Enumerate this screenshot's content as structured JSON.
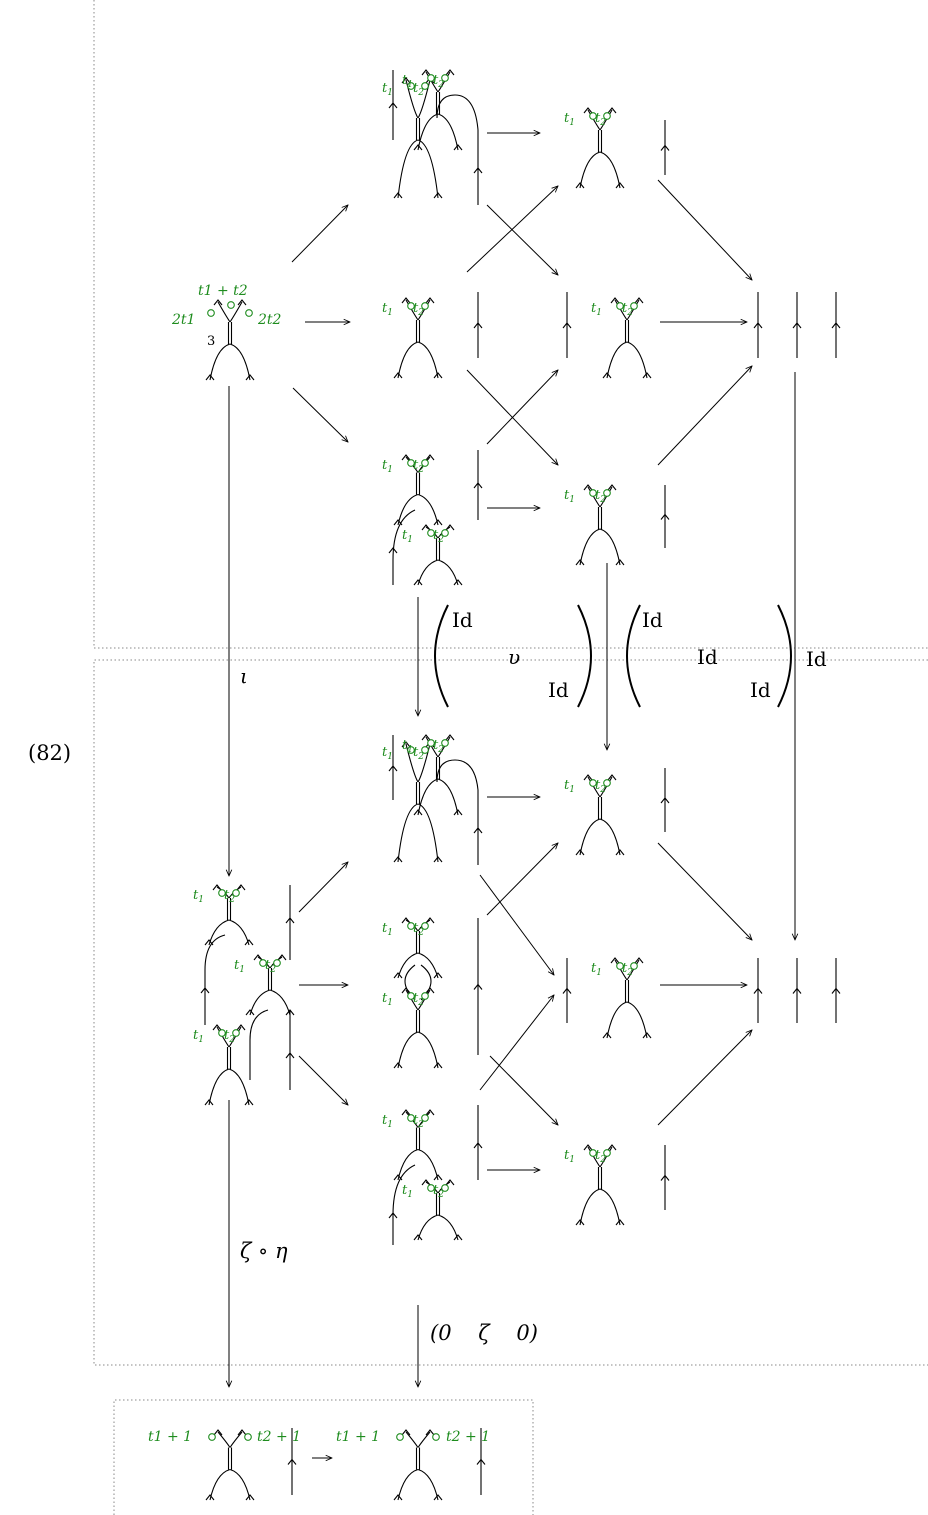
{
  "equation": {
    "number": "(82)"
  },
  "colors": {
    "web": "#000000",
    "label": "#1e8c1e",
    "frame": "#888888"
  },
  "labels": {
    "t1": "t",
    "t2": "t",
    "sub1": "1",
    "sub2": "2",
    "t1_plus_t2": "t1 + t2",
    "two_t1": "2t1",
    "two_t2": "2t2",
    "three": "3",
    "t1_plus_1": "t1 + 1",
    "t2_plus_1": "t2 + 1"
  },
  "maps": {
    "iota": "ι",
    "zeta_eta": "ζ ∘ η",
    "zeta_row": "(0    ζ    0)",
    "upsilon": "υ",
    "id": "Id"
  }
}
